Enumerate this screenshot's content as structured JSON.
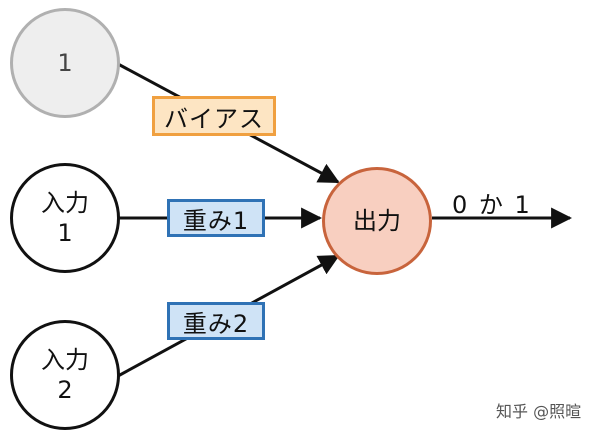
{
  "nodes": {
    "bias": {
      "text": "1"
    },
    "input1": {
      "line1": "入力",
      "line2": "1"
    },
    "input2": {
      "line1": "入力",
      "line2": "2"
    },
    "output": {
      "text": "出力"
    }
  },
  "edge_labels": {
    "bias": "バイアス",
    "weight1": "重み1",
    "weight2": "重み2"
  },
  "output_label": "0 か 1",
  "watermark": "知乎 @照暄",
  "colors": {
    "bias_node_fill": "#eeeeee",
    "bias_node_stroke": "#b0b0b0",
    "input_node_stroke": "#111111",
    "output_node_fill": "#f8cfc0",
    "output_node_stroke": "#c8643c",
    "bias_label_fill": "#fde5c3",
    "bias_label_stroke": "#f0a040",
    "weight_label_fill": "#cfe3f6",
    "weight_label_stroke": "#2f72b5",
    "edge": "#111111"
  }
}
